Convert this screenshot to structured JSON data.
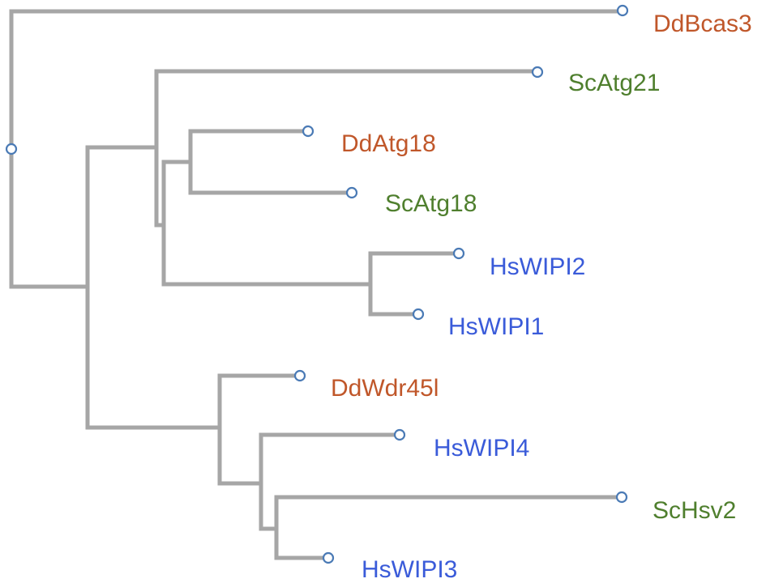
{
  "colors": {
    "branch": "#a6a6a6",
    "node_stroke": "#4a7ab5",
    "dictyostelium": "#c0572a",
    "yeast": "#4f7f2e",
    "human": "#3a5bd9"
  },
  "leaves": [
    {
      "label": "DdBcas3",
      "group": "dictyostelium"
    },
    {
      "label": "ScAtg21",
      "group": "yeast"
    },
    {
      "label": "DdAtg18",
      "group": "dictyostelium"
    },
    {
      "label": "ScAtg18",
      "group": "yeast"
    },
    {
      "label": "HsWIPI2",
      "group": "human"
    },
    {
      "label": "HsWIPI1",
      "group": "human"
    },
    {
      "label": "DdWdr45l",
      "group": "dictyostelium"
    },
    {
      "label": "HsWIPI4",
      "group": "human"
    },
    {
      "label": "ScHsv2",
      "group": "yeast"
    },
    {
      "label": "HsWIPI3",
      "group": "human"
    }
  ]
}
